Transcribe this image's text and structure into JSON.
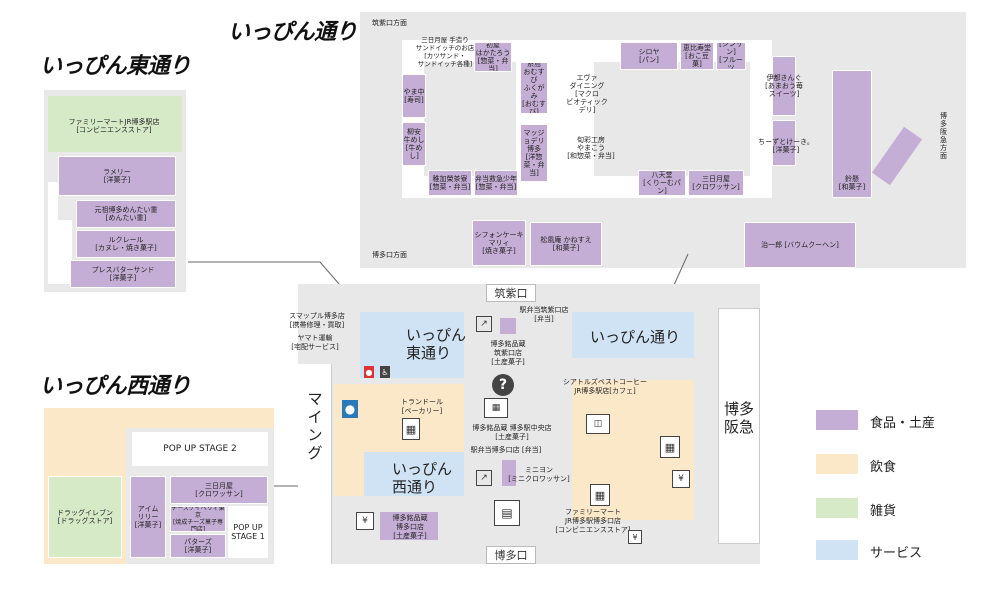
{
  "detail_maps": {
    "east": {
      "title": "いっぴん東通り"
    },
    "west": {
      "title": "いっぴん西通り"
    },
    "center": {
      "title": "いっぴん通り",
      "dir_chikushi": "筑紫口方面",
      "dir_hakata": "博多口方面",
      "dir_hankyu": "博多阪急方面"
    }
  },
  "east_shops": [
    {
      "label": "ファミリーマートJR博多駅店\n[コンビニエンスストア]"
    },
    {
      "label": "ラメリー\n[洋菓子]"
    },
    {
      "label": "元祖博多めんたい重\n[めんたい重]"
    },
    {
      "label": "ルクレール\n[カヌレ・焼き菓子]"
    },
    {
      "label": "プレスバターサンド\n[洋菓子]"
    }
  ],
  "west_shops": [
    {
      "label": "POP UP STAGE 2"
    },
    {
      "label": "ドラッグイレブン\n[ドラッグストア]"
    },
    {
      "label": "アイム\nリリー\n[洋菓子]"
    },
    {
      "label": "三日月屋\n[クロワッサン]"
    },
    {
      "label": "チーズケイベリィ東京\n[焼成チーズ菓子専門店]"
    },
    {
      "label": "パターズ\n[洋菓子]"
    },
    {
      "label": "POP UP\nSTAGE 1"
    }
  ],
  "center_shops": [
    {
      "label": "三日月屋 手造り\nサンドイッチのお店\n[カツサンド・\nサンドイッチ各種]"
    },
    {
      "label": "やま中\n[寿司]"
    },
    {
      "label": "柳安\n牛めし\n[牛めし]"
    },
    {
      "label": "稚加榮茶寮\n[惣菜・弁当]"
    },
    {
      "label": "初屋\nはかたろう\n[惣菜・弁当]"
    },
    {
      "label": "弁当救急少年\n[惣菜・弁当]"
    },
    {
      "label": "糸島\nおむすび\nふくがみ\n[おむすび]"
    },
    {
      "label": "マッジョデリ\n博多\n[洋惣菜・弁当]"
    },
    {
      "label": "エヴァ\nダイニング\n[マクロ\nビオティック\nデリ]"
    },
    {
      "label": "旬彩工房\nやまこう\n[和惣菜・弁当]"
    },
    {
      "label": "シロヤ\n[パン]"
    },
    {
      "label": "恵比寿堂\n[おこ豆菓]"
    },
    {
      "label": "新SUN\n[シンサン]\n[フルーツ\nサンド]"
    },
    {
      "label": "八天堂\n[くりーむパン]"
    },
    {
      "label": "三日月屋\n[クロワッサン]"
    },
    {
      "label": "伊都きんぐ\n[あまおう苺\nスイーツ]"
    },
    {
      "label": "ちーずとけーき。\n[洋菓子]"
    },
    {
      "label": "鈴懸\n[和菓子]"
    },
    {
      "label": "シフォンケーキ\nマリィ\n[焼き菓子]"
    },
    {
      "label": "松風庵 かねすえ\n[和菓子]"
    },
    {
      "label": "治一郎 [バウムクーヘン]"
    }
  ],
  "overview": {
    "gate_chikushi": "筑紫口",
    "gate_hakata": "博多口",
    "main_east": "いっぴん\n東通り",
    "main_west": "いっぴん\n西通り",
    "main_center": "いっぴん通り",
    "ming": "マイング",
    "hankyu": "博多\n阪急",
    "labels": {
      "smaple": "スマップル博多店\n[携帯修理・買取]",
      "yamato": "ヤマト運輸\n[宅配サービス]",
      "ekiben_chikushi": "駅弁当筑紫口店\n[弁当]",
      "meihin_chikushi": "博多銘品蔵\n筑紫口店\n[土産菓子]",
      "seattles": "シアトルズベストコーヒー\nJR博多駅店[カフェ]",
      "trendor": "トランドール\n[ベーカリー]",
      "meihin_center": "博多銘品蔵 博多駅中央店\n[土産菓子]",
      "ekiben_hakata": "駅弁当博多口店 [弁当]",
      "minion": "ミニヨン\n[ミニクロワッサン]",
      "meihin_hakata": "博多銘品蔵\n博多口店\n[土産菓子]",
      "famima_hakata": "ファミリーマート\nJR博多駅博多口店\n[コンビニエンスストア]"
    }
  },
  "legend": [
    {
      "label": "食品・土産",
      "color": "#c5aed5"
    },
    {
      "label": "飲食",
      "color": "#fbe8c9"
    },
    {
      "label": "雑貨",
      "color": "#d6eac8"
    },
    {
      "label": "サービス",
      "color": "#cfe3f4"
    }
  ],
  "colors": {
    "food_souvenir": "#c5aed5",
    "dining": "#fbe8c9",
    "goods": "#d6eac8",
    "service": "#cfe3f4",
    "floor": "#e8e8e8"
  },
  "icons": [
    "help-icon",
    "restroom-icon",
    "accessible-icon",
    "escalator-icon",
    "coin-locker-icon",
    "ticket-machine-icon",
    "atm-icon",
    "train-icon",
    "stairs-icon"
  ]
}
